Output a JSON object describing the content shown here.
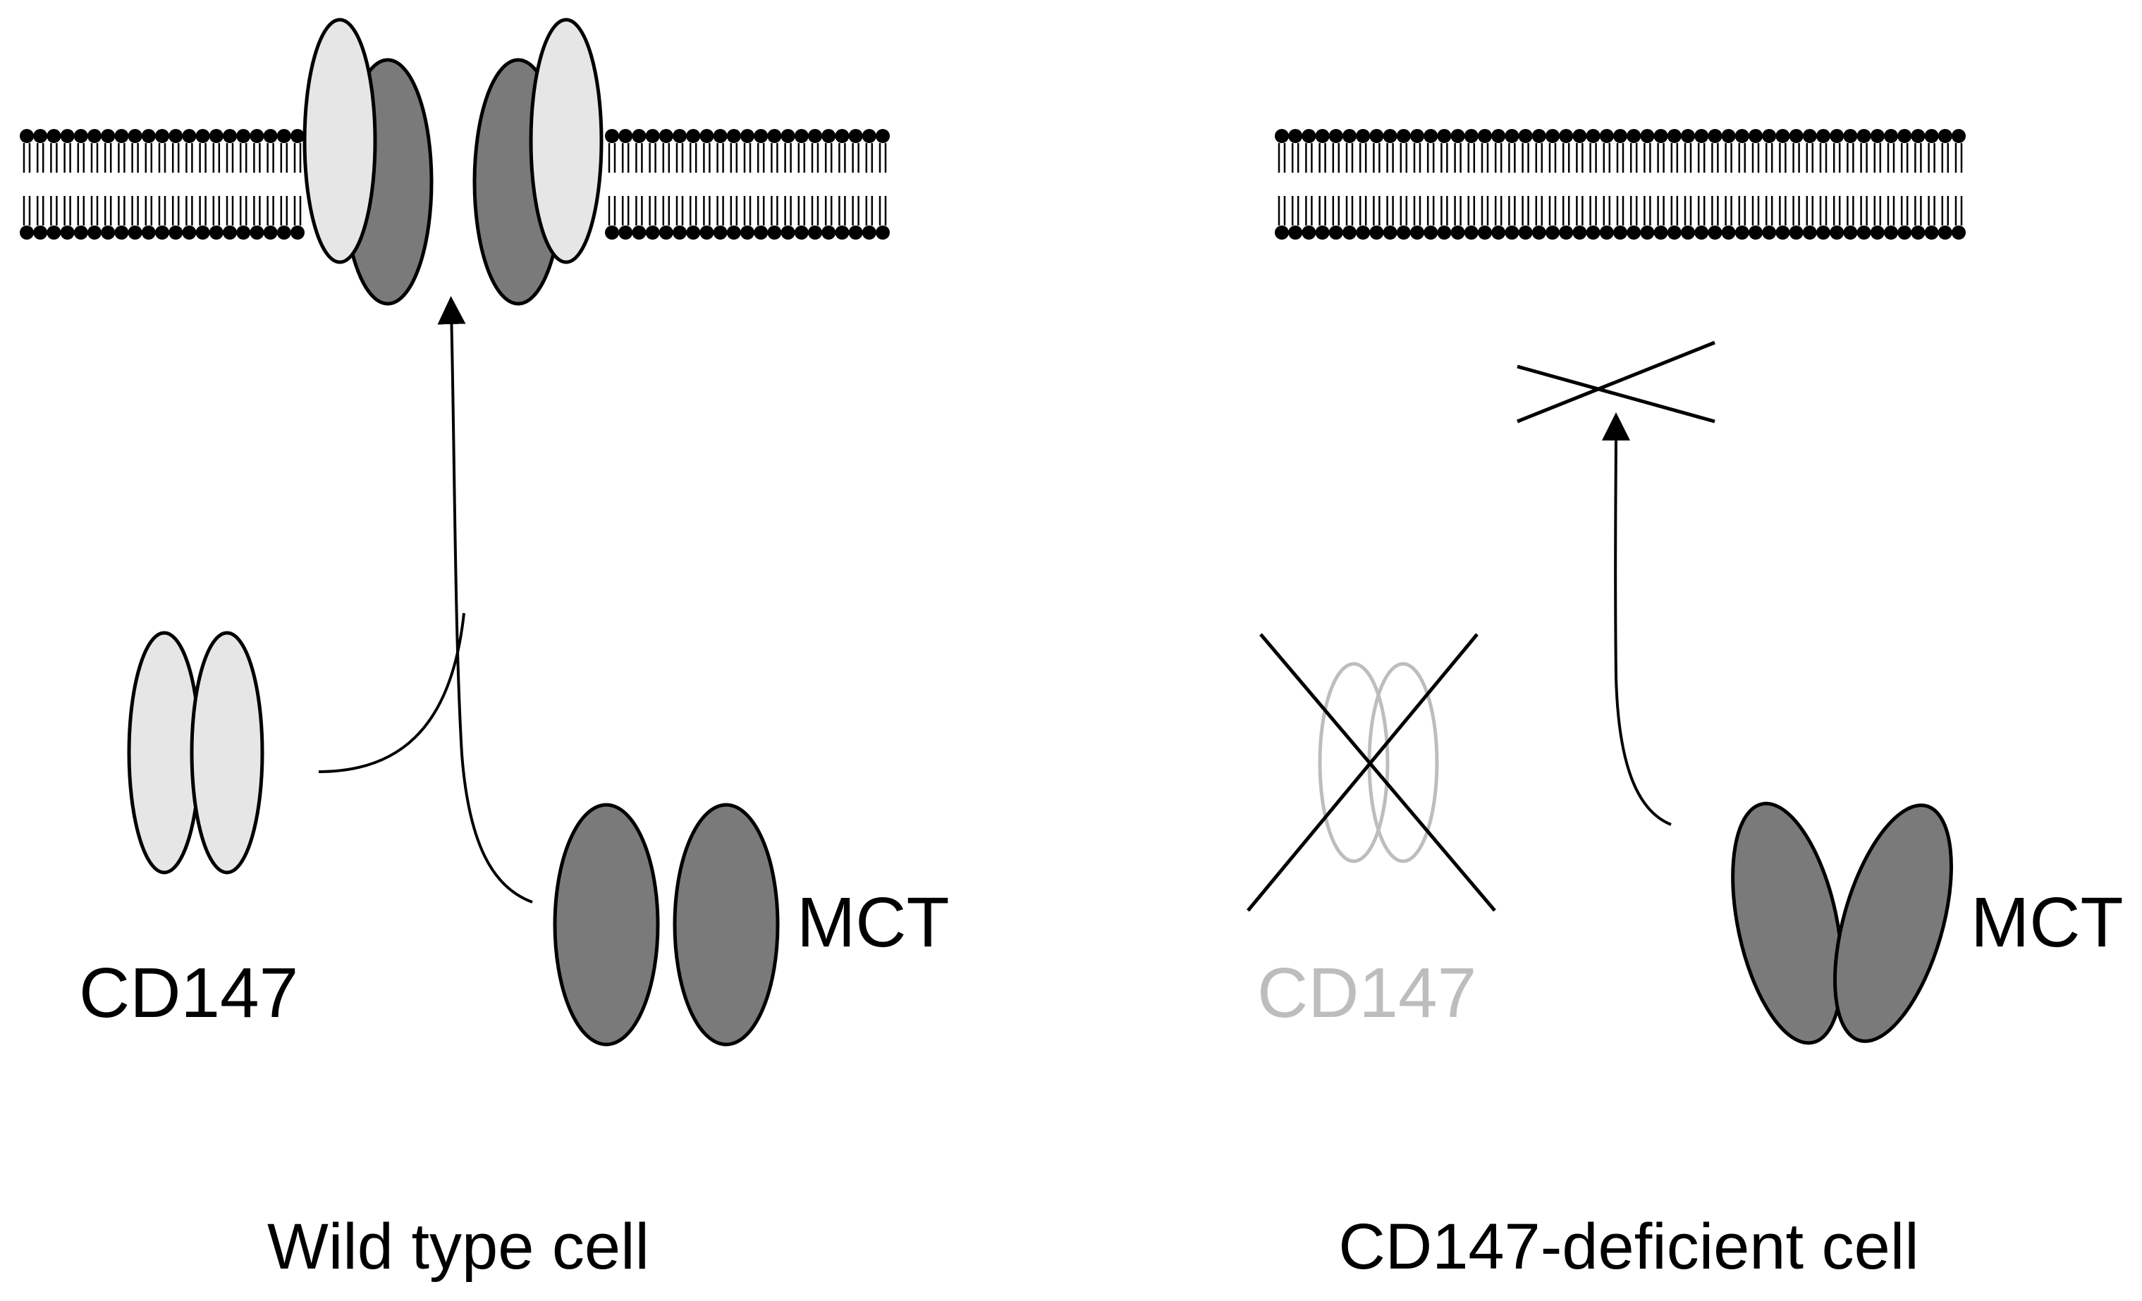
{
  "panels": {
    "wild_type": {
      "caption": "Wild type cell",
      "cd147_label": "CD147",
      "mct_label": "MCT"
    },
    "deficient": {
      "caption": "CD147-deficient cell",
      "cd147_label": "CD147",
      "mct_label": "MCT"
    }
  },
  "colors": {
    "cd147_fill": "#e6e6e6",
    "mct_fill": "#7a7a7a",
    "outline": "#000000",
    "faded": "#bdbdbd",
    "membrane": "#000000"
  }
}
